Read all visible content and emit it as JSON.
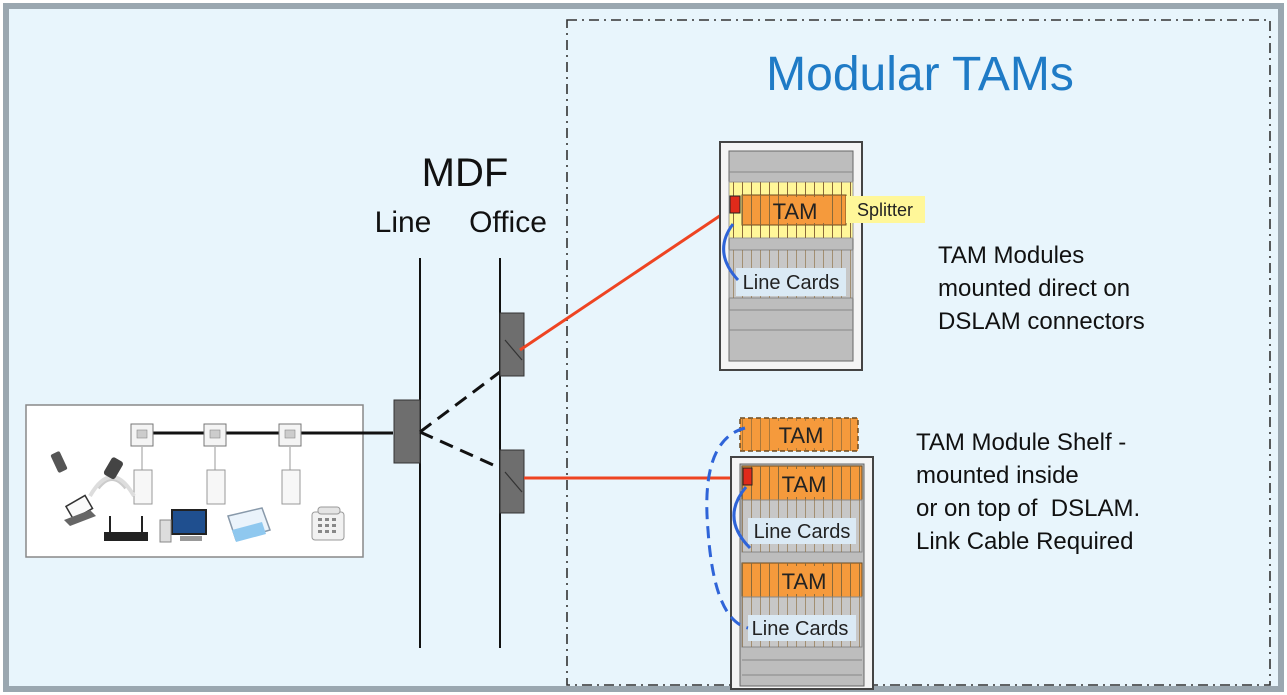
{
  "title": "Modular TAMs",
  "mdf": {
    "label": "MDF",
    "line_label": "Line",
    "office_label": "Office"
  },
  "rack_top": {
    "tam_label": "TAM",
    "splitter_label": "Splitter",
    "line_cards_label": "Line Cards",
    "description": [
      "TAM Modules",
      "mounted direct on",
      "DSLAM connectors"
    ]
  },
  "rack_bottom": {
    "tam_top_label": "TAM",
    "tam_1_label": "TAM",
    "line_cards_1_label": "Line Cards",
    "tam_2_label": "TAM",
    "line_cards_2_label": "Line Cards",
    "description": [
      "TAM Module Shelf -",
      "mounted inside",
      "or on top of  DSLAM.",
      "Link Cable Required"
    ]
  },
  "colors": {
    "background": "#e8f5fc",
    "title": "#1f7bc6",
    "tam_orange": "#f59a3c",
    "splitter_yellow": "#fff799",
    "link_red": "#ee4422",
    "bracket_blue": "#2f64d8",
    "line_cards_fill": "#dbeaf5"
  },
  "icons": [
    "mobile-phone-icon",
    "smartphone-icon",
    "laptop-icon",
    "router-icon",
    "desktop-computer-icon",
    "printer-fax-icon",
    "telephone-icon",
    "wall-socket-icon"
  ]
}
